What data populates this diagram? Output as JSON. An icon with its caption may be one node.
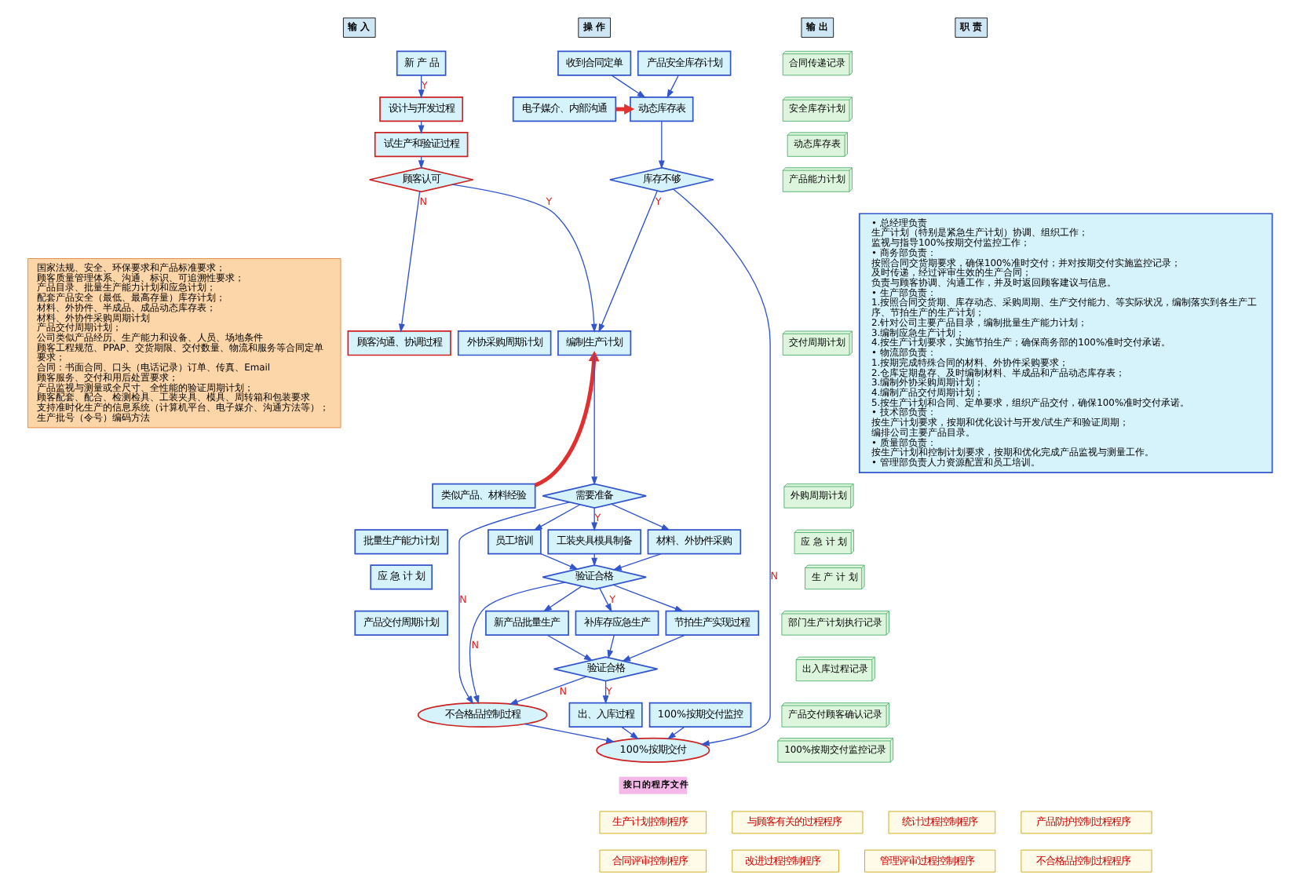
{
  "diagram": {
    "nodes": [
      {
        "text": [
          "国家法规、安全、环保要求和产品标准要求；",
          "顾客质量管理体系、沟通、标识、可追溯性要求；",
          "产品目录、批量生产能力计划和应急计划；",
          "配套产品安全（最低、最高存量）库存计划；",
          "材料、外协件、半成品、成品动态库存表；",
          "材料、外协件采购周期计划",
          "产品交付周期计划；",
          "公司类似产品经历、生产能力和设备、人员、场地条件",
          "顾客工程规范、PPAP、交货期限、交付数量、物流和服务等合同定单要求；",
          "合同：书面合同、口头（电话记录）订单、传真、Email",
          "顾客服务、交付和用后处置要求；",
          "产品监视与测量或全尺寸、全性能的验证周期计划；",
          "顾客配套、配合、检测检具、工装夹具、模具、周转箱和包装要求",
          "支持准时化生产的信息系统（计算机平台、电子媒介、沟通方法等）；",
          "生产批号（令号）编码方法"
        ]
      },
      {
        "text": [
          "产品安全库存计划"
        ]
      },
      {
        "text": [
          "收到合同定单"
        ]
      },
      {
        "text": [
          "新 产 品"
        ]
      },
      {
        "text": [
          "电子媒介、内部沟通"
        ]
      },
      {
        "text": [
          "动态库存表"
        ]
      },
      {
        "text": [
          "设计与开发过程"
        ]
      },
      {
        "text": [
          "库存不够"
        ]
      },
      {
        "text": [
          "试生产和验证过程"
        ]
      },
      {
        "text": [
          "外协采购周期计划"
        ]
      },
      {
        "text": [
          "类似产品、材料经验"
        ]
      },
      {
        "text": [
          "批量生产能力计划"
        ]
      },
      {
        "text": [
          "应 急 计 划"
        ]
      },
      {
        "text": [
          "产品交付周期计划"
        ]
      },
      {
        "text": [
          "编制生产计划"
        ]
      },
      {
        "text": [
          "顾客认可"
        ]
      },
      {
        "text": [
          "顾客沟通、协调过程"
        ]
      },
      {
        "text": [
          "需要准备"
        ]
      },
      {
        "text": [
          "工装夹具模具制备"
        ]
      },
      {
        "text": [
          "材料、外协件采购"
        ]
      },
      {
        "text": [
          "员工培训"
        ]
      },
      {
        "text": [
          "验证合格"
        ]
      },
      {
        "text": [
          "补库存应急生产"
        ]
      },
      {
        "text": [
          "节拍生产实现过程"
        ]
      },
      {
        "text": [
          "新产品批量生产"
        ]
      },
      {
        "text": [
          "出、入库过程"
        ]
      },
      {
        "text": [
          "验证合格"
        ]
      },
      {
        "text": [
          "不合格品控制过程"
        ]
      },
      {
        "text": [
          "100%按期交付"
        ]
      },
      {
        "text": [
          "100%按期交付监控"
        ]
      },
      {
        "text": [
          "合同传递记录"
        ]
      },
      {
        "text": [
          "安全库存计划"
        ]
      },
      {
        "text": [
          "动态库存表"
        ]
      },
      {
        "text": [
          "产品能力计划"
        ]
      },
      {
        "text": [
          "交付周期计划"
        ]
      },
      {
        "text": [
          "外购周期计划"
        ]
      },
      {
        "text": [
          "应 急 计 划"
        ]
      },
      {
        "text": [
          "生 产 计 划"
        ]
      },
      {
        "text": [
          "部门生产计划执行记录"
        ]
      },
      {
        "text": [
          "出入库过程记录"
        ]
      },
      {
        "text": [
          "产品交付顾客确认记录"
        ]
      },
      {
        "text": [
          "100%按期交付监控记录"
        ]
      },
      {
        "text": [
          "• 总经理负责",
          "生产计划（特别是紧急生产计划）协调、组织工作；",
          "监视与指导100%按期交付监控工作；",
          "• 商务部负责：",
          "按照合同交货期要求，确保100%准时交付；并对按期交付实施监控记录；",
          "及时传递，经过评审生效的生产合同；",
          "负责与顾客协调、沟通工作，并及时返回顾客建议与信息。",
          "• 生产部负责：",
          "1.按照合同交货期、库存动态、采购周期、生产交付能力、等实际状况，编制落实到各生产工序、节拍生产的生产计划；",
          "2.针对公司主要产品目录，编制批量生产能力计划；",
          "3.编制应急生产计划；",
          "4.按生产计划要求，实施节拍生产；确保商务部的100%准时交付承诺。",
          "• 物流部负责：",
          "1.按期完成特殊合同的材料、外协件采购要求；",
          "2.仓库定期盘存、及时编制材料、半成品和产品动态库存表；",
          "3.编制外协采购周期计划；",
          "4.编制产品交付周期计划；",
          "5.按生产计划和合同、定单要求，组织产品交付，确保100%准时交付承诺。",
          "• 技术部负责：",
          "按生产计划要求，按期和优化设计与开发/试生产和验证周期；",
          "编排公司主要产品目录。",
          "• 质量部负责：",
          "按生产计划和控制计划要求，按期和优化完成产品监视与测量工作。",
          "• 管理部负责人力资源配置和员工培训。"
        ]
      }
    ],
    "edges": [
      {
        "from": 1,
        "to": 5,
        "arrow": "to"
      },
      {
        "from": 2,
        "to": 5,
        "arrow": "to"
      },
      {
        "from": 4,
        "to": 5,
        "arrow": "to",
        "style": "thick",
        "color": "#e03030"
      },
      {
        "from": 3,
        "to": 6,
        "arrow": "to",
        "label": "Y"
      },
      {
        "from": 5,
        "to": 7,
        "arrow": "to"
      },
      {
        "from": 6,
        "to": 8,
        "arrow": "to"
      },
      {
        "from": 8,
        "to": 15,
        "arrow": "to"
      },
      {
        "from": 7,
        "to": 28,
        "arrow": "to",
        "label": "N"
      },
      {
        "from": 7,
        "to": 14,
        "arrow": "to",
        "label": "Y"
      },
      {
        "from": 15,
        "to": 14,
        "arrow": "to",
        "label": "Y"
      },
      {
        "from": 15,
        "to": 16,
        "arrow": "to",
        "label": "N"
      },
      {
        "from": 10,
        "to": 14,
        "arrow": "to",
        "style": "thick",
        "color": "#e03030"
      },
      {
        "from": 14,
        "to": 17,
        "arrow": "to"
      },
      {
        "from": 17,
        "to": 18,
        "arrow": "to",
        "label": "Y"
      },
      {
        "from": 17,
        "to": 19,
        "arrow": "to"
      },
      {
        "from": 17,
        "to": 20,
        "arrow": "to"
      },
      {
        "from": 17,
        "to": 27,
        "arrow": "to",
        "label": "N"
      },
      {
        "from": 18,
        "to": 21,
        "arrow": "to"
      },
      {
        "from": 19,
        "to": 21,
        "arrow": "to"
      },
      {
        "from": 20,
        "to": 21,
        "arrow": "to"
      },
      {
        "from": 21,
        "to": 22,
        "arrow": "to",
        "label": "Y"
      },
      {
        "from": 21,
        "to": 23,
        "arrow": "to"
      },
      {
        "from": 21,
        "to": 24,
        "arrow": "to"
      },
      {
        "from": 21,
        "to": 27,
        "arrow": "to",
        "label": "N"
      },
      {
        "from": 22,
        "to": 26,
        "arrow": "to"
      },
      {
        "from": 23,
        "to": 26,
        "arrow": "to"
      },
      {
        "from": 24,
        "to": 26,
        "arrow": "to"
      },
      {
        "from": 26,
        "to": 25,
        "arrow": "to",
        "label": "Y"
      },
      {
        "from": 26,
        "to": 27,
        "arrow": "to",
        "label": "N"
      },
      {
        "from": 25,
        "to": 28,
        "arrow": "to"
      },
      {
        "from": 29,
        "to": 28,
        "arrow": "to"
      },
      {
        "from": 27,
        "to": 28,
        "arrow": "to"
      }
    ],
    "labels": [
      "输 入",
      "操 作",
      "输 出",
      "职 责",
      "接口的程序文件",
      "生产计划控制程序",
      "与顾客有关的过程程序",
      "统计过程控制程序",
      "产品防护控制过程程序",
      "合同评审控制程序",
      "改进过程控制程序",
      "管理评审过程控制程序",
      "不合格品控制过程程序"
    ]
  }
}
